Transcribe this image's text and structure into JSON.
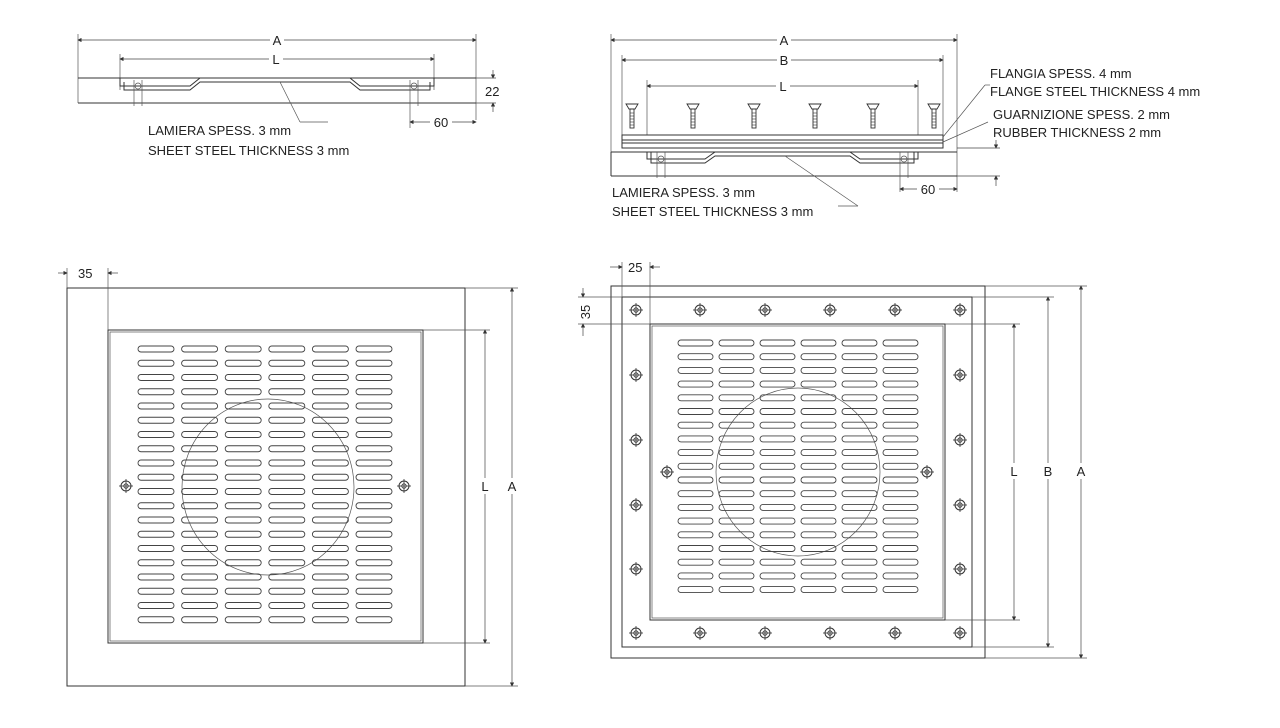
{
  "colors": {
    "line": "#333333",
    "background": "#ffffff"
  },
  "side_view_single": {
    "dim_a": "A",
    "dim_l": "L",
    "dim_height": "22",
    "dim_edge": "60",
    "note_it": "LAMIERA SPESS. 3 mm",
    "note_en": "SHEET STEEL THICKNESS 3 mm"
  },
  "side_view_flanged": {
    "dim_a": "A",
    "dim_b": "B",
    "dim_l": "L",
    "dim_edge": "60",
    "flange_note_it": "FLANGIA SPESS. 4 mm",
    "flange_note_en": "FLANGE STEEL THICKNESS 4 mm",
    "rubber_note_it": "GUARNIZIONE SPESS. 2 mm",
    "rubber_note_en": "RUBBER THICKNESS 2 mm",
    "sheet_note_it": "LAMIERA SPESS. 3 mm",
    "sheet_note_en": "SHEET STEEL THICKNESS 3 mm"
  },
  "plan_view_single": {
    "dim_margin": "35",
    "dim_l": "L",
    "dim_a": "A"
  },
  "plan_view_flanged": {
    "dim_margin_h": "25",
    "dim_margin_v": "35",
    "dim_l": "L",
    "dim_b": "B",
    "dim_a": "A"
  }
}
